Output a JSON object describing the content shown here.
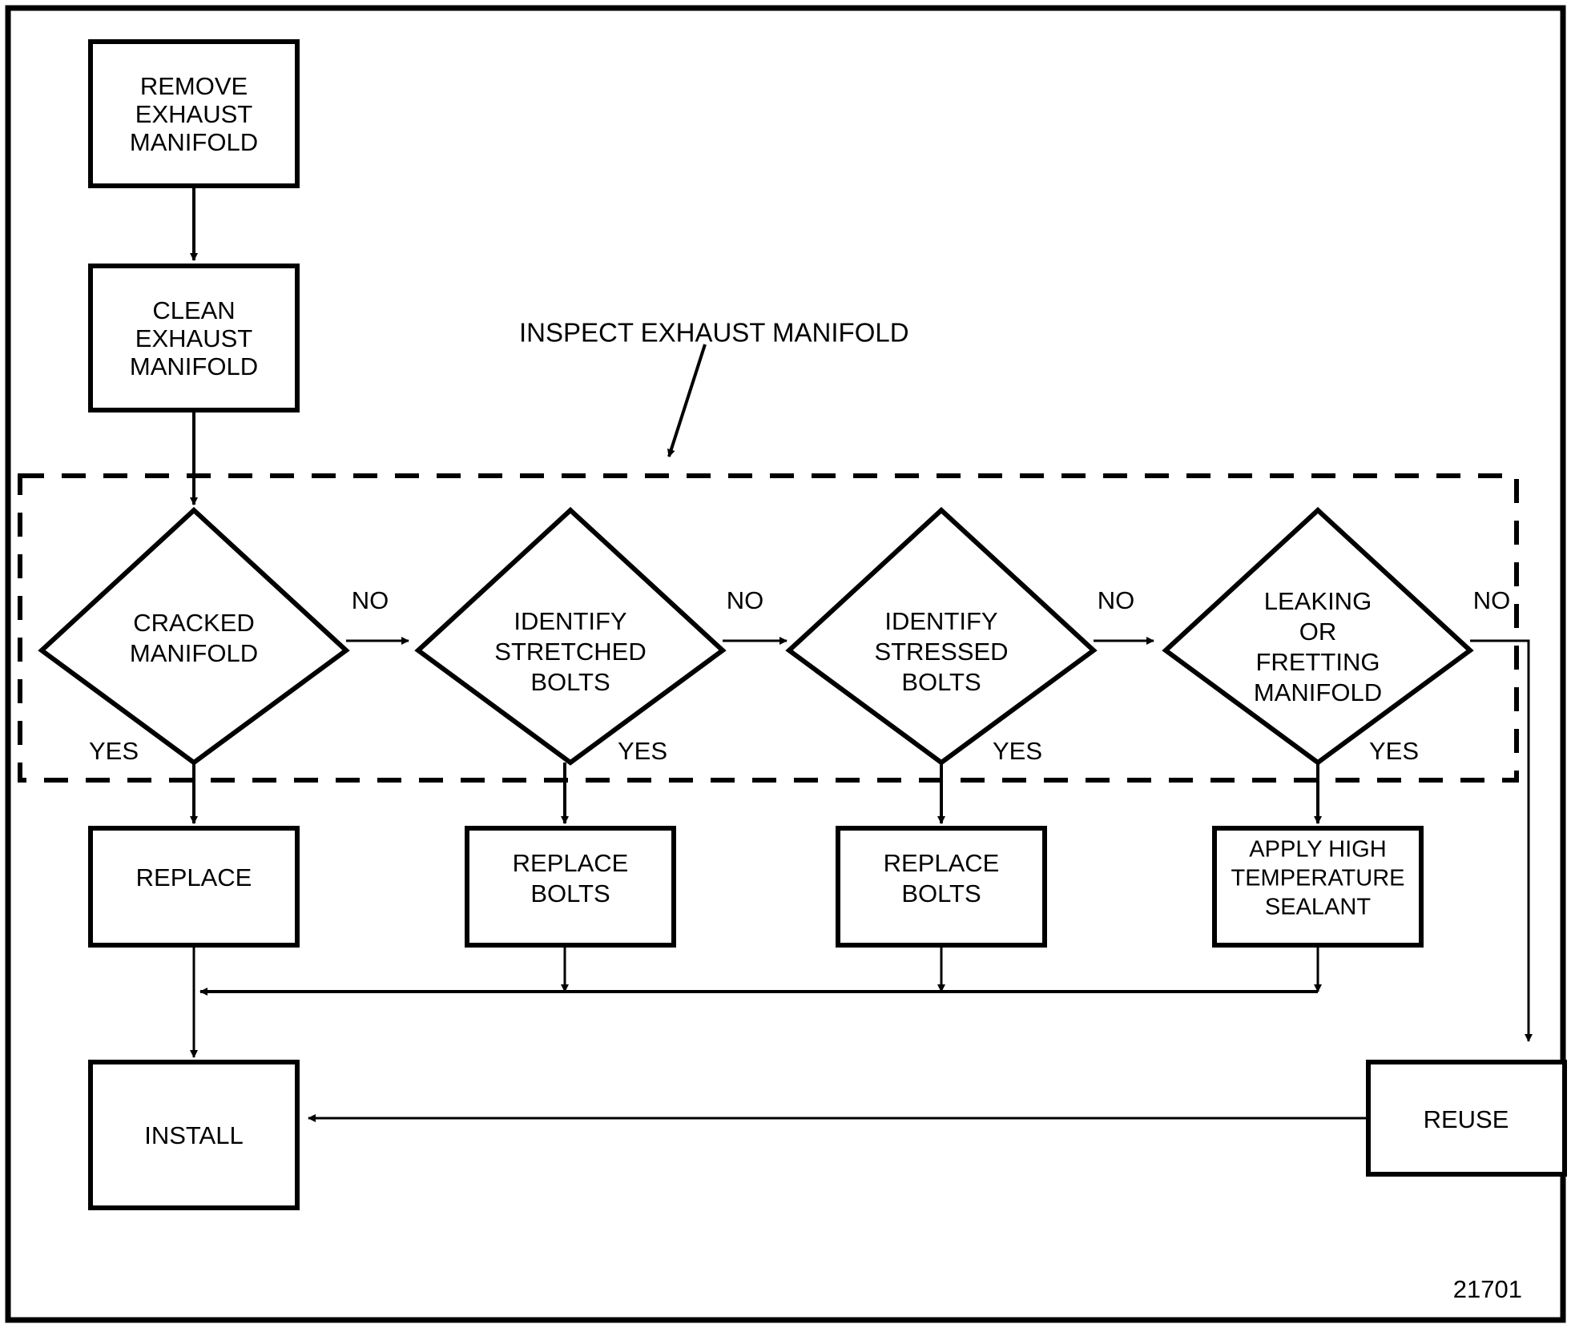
{
  "figure": {
    "reference_number": "21701",
    "group_label": "INSPECT EXHAUST MANIFOLD"
  },
  "nodes": {
    "remove_exhaust_manifold": {
      "line1": "REMOVE",
      "line2": "EXHAUST",
      "line3": "MANIFOLD"
    },
    "clean_exhaust_manifold": {
      "line1": "CLEAN",
      "line2": "EXHAUST",
      "line3": "MANIFOLD"
    },
    "cracked_manifold": {
      "line1": "CRACKED",
      "line2": "MANIFOLD"
    },
    "identify_stretched_bolts": {
      "line1": "IDENTIFY",
      "line2": "STRETCHED",
      "line3": "BOLTS"
    },
    "identify_stressed_bolts": {
      "line1": "IDENTIFY",
      "line2": "STRESSED",
      "line3": "BOLTS"
    },
    "leaking_or_fretting_manifold": {
      "line1": "LEAKING",
      "line2": "OR",
      "line3": "FRETTING",
      "line4": "MANIFOLD"
    },
    "replace": {
      "line1": "REPLACE"
    },
    "replace_bolts_1": {
      "line1": "REPLACE",
      "line2": "BOLTS"
    },
    "replace_bolts_2": {
      "line1": "REPLACE",
      "line2": "BOLTS"
    },
    "apply_high_temperature_sealant": {
      "line1": "APPLY HIGH",
      "line2": "TEMPERATURE",
      "line3": "SEALANT"
    },
    "install": {
      "line1": "INSTALL"
    },
    "reuse": {
      "line1": "REUSE"
    }
  },
  "branch_labels": {
    "no_1": "NO",
    "no_2": "NO",
    "no_3": "NO",
    "no_4": "NO",
    "yes_1": "YES",
    "yes_2": "YES",
    "yes_3": "YES",
    "yes_4": "YES"
  },
  "colors": {
    "stroke": "#000000",
    "fill": "#ffffff",
    "background": "#ffffff"
  }
}
